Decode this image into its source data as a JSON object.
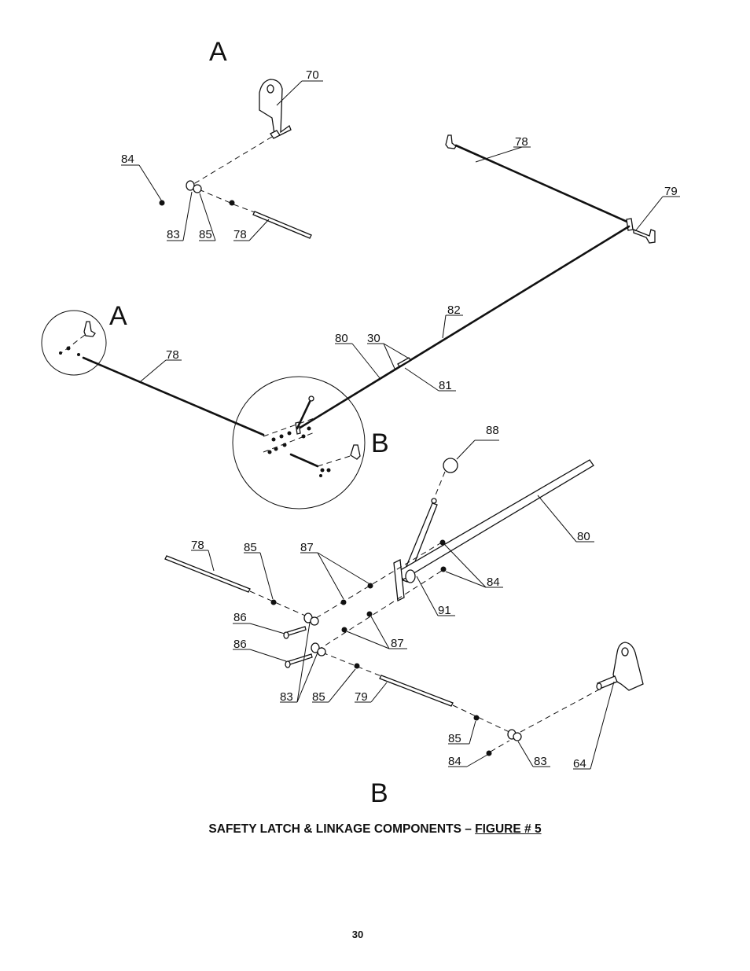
{
  "detail_letters": {
    "a_top": "A",
    "a_mid": "A",
    "b_mid": "B",
    "b_bottom": "B"
  },
  "callouts": {
    "detail_a": {
      "c70": "70",
      "c84": "84",
      "c83": "83",
      "c85": "85",
      "c78": "78"
    },
    "overview": {
      "c78_top": "78",
      "c79": "79",
      "c82": "82",
      "c80": "80",
      "c30": "30",
      "c81": "81",
      "c78_left": "78"
    },
    "detail_b": {
      "c88": "88",
      "c80": "80",
      "c78": "78",
      "c85_top": "85",
      "c87_top": "87",
      "c84_right": "84",
      "c91": "91",
      "c86_top": "86",
      "c86_bot": "86",
      "c87_mid": "87",
      "c83": "83",
      "c85_bot": "85",
      "c79": "79",
      "c85_lower": "85",
      "c84_lower": "84",
      "c83_lower": "83",
      "c64": "64"
    }
  },
  "caption": {
    "text": "SAFETY LATCH & LINKAGE COMPONENTS – ",
    "figure": "FIGURE # 5"
  },
  "page_number": "30"
}
